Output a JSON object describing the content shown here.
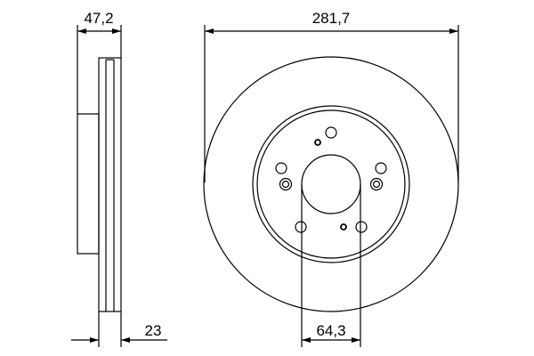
{
  "dimensions": {
    "overall_height": "47,2",
    "thickness": "23",
    "diameter": "281,7",
    "center_bore": "64,3"
  },
  "colors": {
    "line": "#000000",
    "background": "#ffffff"
  }
}
